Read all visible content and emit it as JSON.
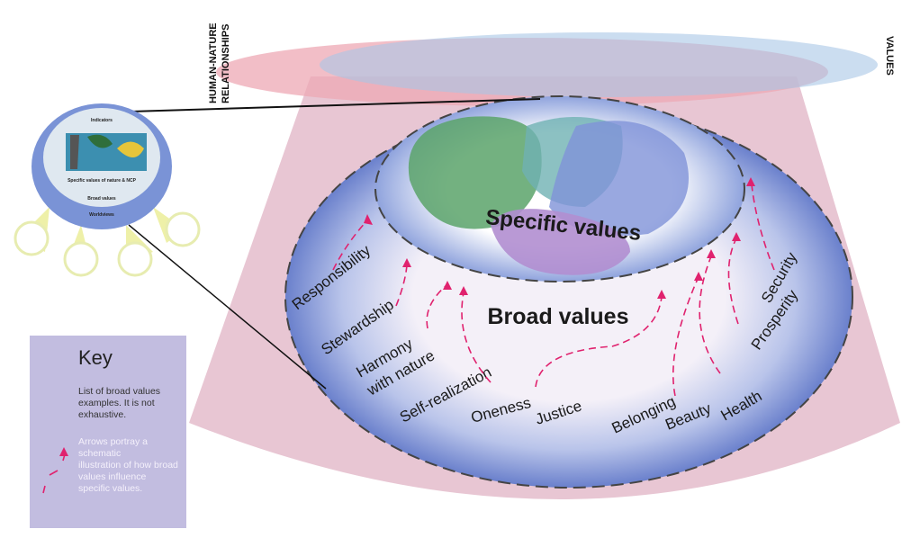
{
  "side_labels": {
    "left": "HUMAN-NATURE",
    "left2": "RELATIONSHIPS",
    "right": "VALUES"
  },
  "center": {
    "specific": "Specific values",
    "broad": "Broad values"
  },
  "broad_values": [
    "Responsibility",
    "Stewardship",
    "Harmony",
    "with nature",
    "Self-realization",
    "Oneness",
    "Justice",
    "Belonging",
    "Beauty",
    "Health",
    "Prosperity",
    "Security"
  ],
  "inset": {
    "indicators": "Indicators",
    "specific": "Specific values of nature & NCP",
    "broad": "Broad values",
    "worldviews": "Worldviews"
  },
  "key": {
    "title": "Key",
    "text1": [
      "List of broad values",
      "examples. It is not",
      "exhaustive."
    ],
    "text2": [
      "Arrows portray a",
      "schematic",
      "illustration of how broad",
      "values influence",
      "specific values."
    ]
  },
  "colors": {
    "pink_cone": "#e8c6d3",
    "blue_ring": "#6f86d0",
    "arrow": "#e0226e",
    "key_bg": "#c2bde0"
  }
}
